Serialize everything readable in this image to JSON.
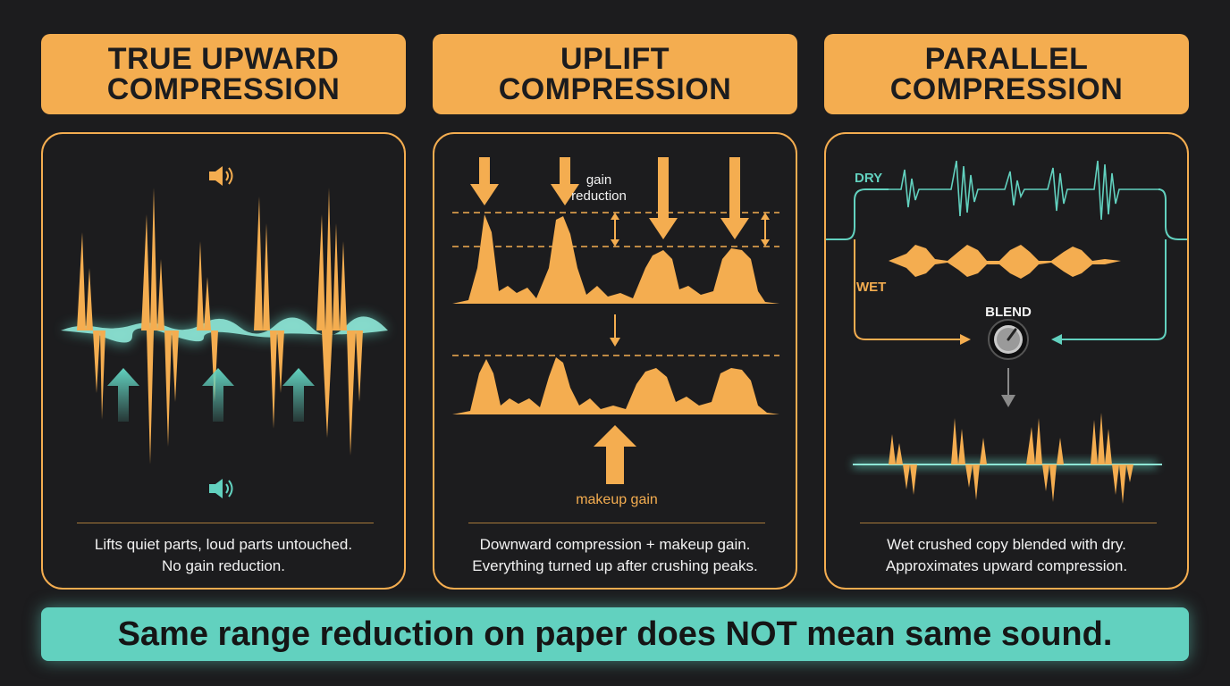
{
  "colors": {
    "orange": "#f4ad50",
    "teal": "#62d1bf",
    "background": "#1c1c1e"
  },
  "panels": [
    {
      "title_lines": [
        "TRUE UPWARD",
        "COMPRESSION"
      ],
      "caption_lines": [
        "Lifts quiet parts, loud parts untouched.",
        "No gain reduction."
      ],
      "icons": [
        "speaker-high-icon",
        "speaker-low-icon",
        "up-arrow-icon"
      ]
    },
    {
      "title_lines": [
        "UPLIFT",
        "COMPRESSION"
      ],
      "labels": {
        "gain_reduction_1": "gain",
        "gain_reduction_2": "reduction",
        "makeup_gain": "makeup gain"
      },
      "caption_lines": [
        "Downward compression + makeup gain.",
        "Everything turned up after crushing peaks."
      ]
    },
    {
      "title_lines": [
        "PARALLEL",
        "COMPRESSION"
      ],
      "labels": {
        "dry": "DRY",
        "wet": "WET",
        "blend": "BLEND"
      },
      "icons": [
        "blend-knob-icon"
      ],
      "caption_lines": [
        "Wet crushed copy blended with dry.",
        "Approximates upward compression."
      ]
    }
  ],
  "banner": {
    "text": "Same range reduction on paper does NOT mean same sound."
  }
}
